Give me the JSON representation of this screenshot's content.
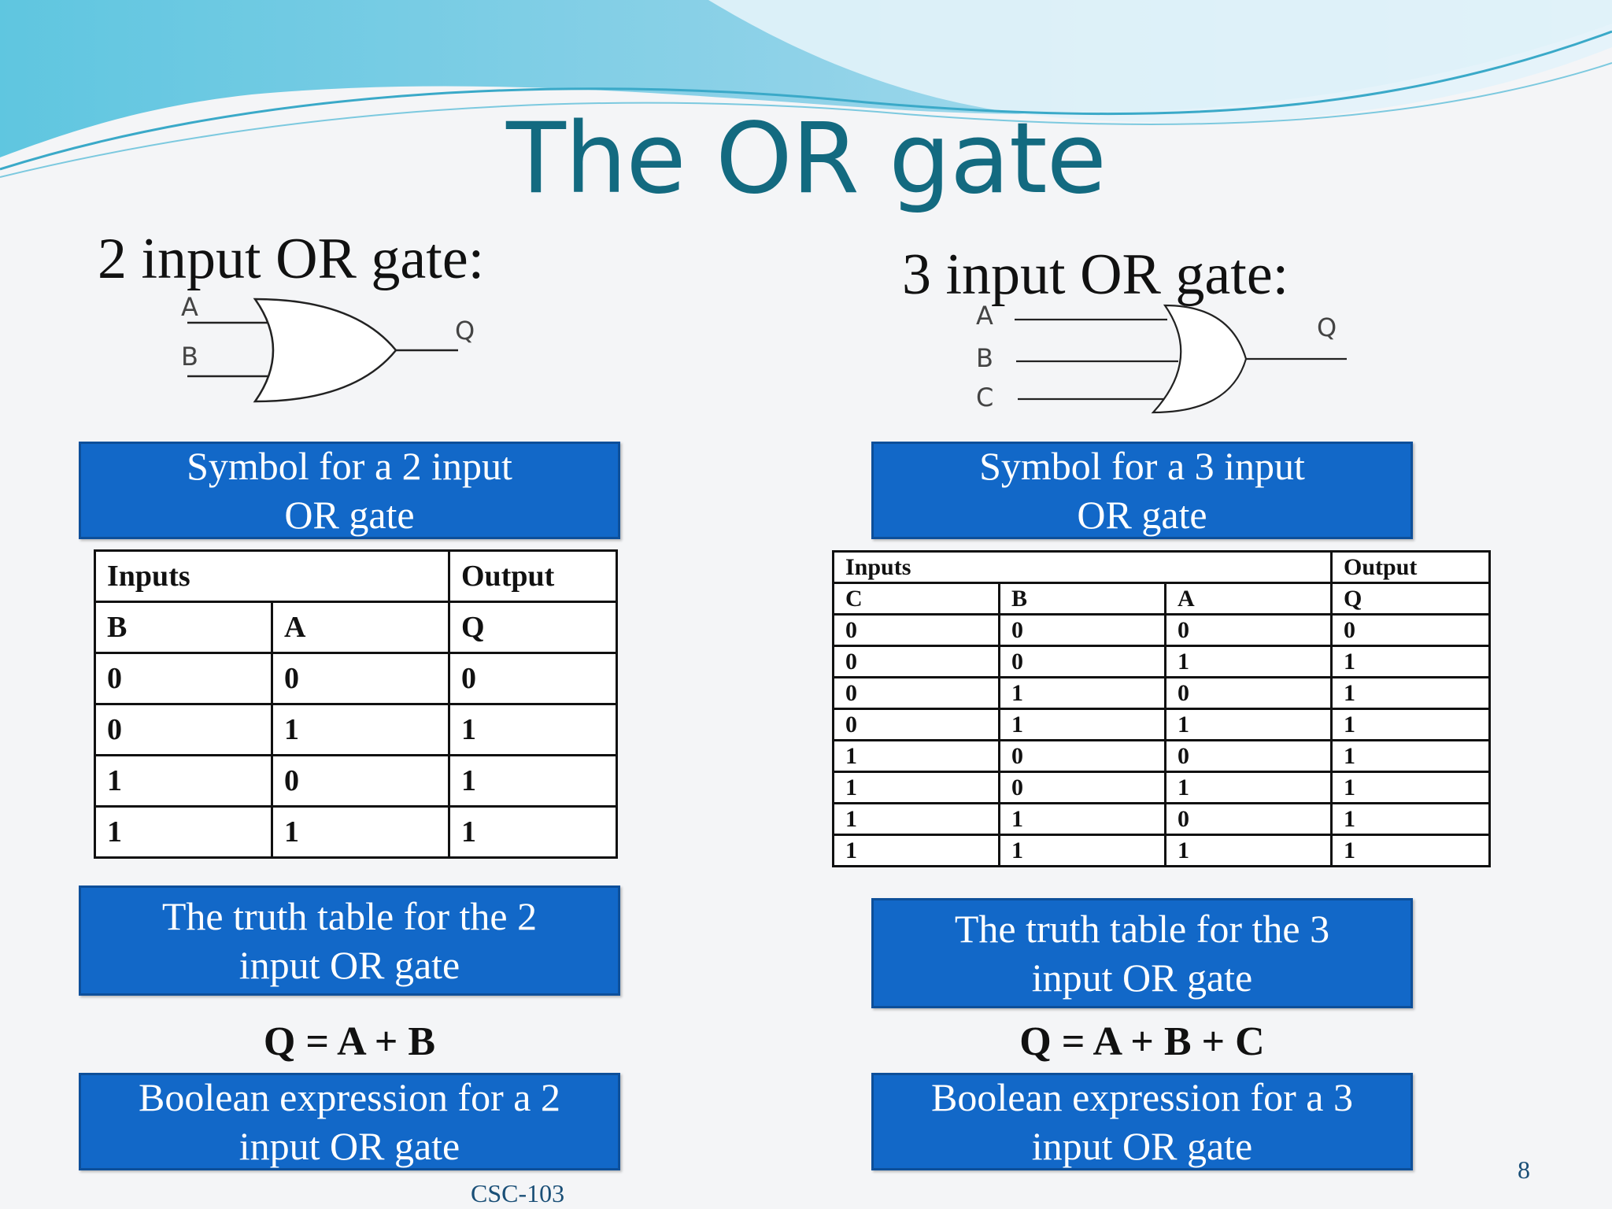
{
  "title": "The OR gate",
  "left": {
    "heading": "2 input OR gate:",
    "gate_labels": {
      "a": "A",
      "b": "B",
      "q": "Q"
    },
    "symbol_caption": "Symbol for a 2 input\nOR gate",
    "table": {
      "header_inputs": "Inputs",
      "header_output": "Output",
      "col_b": "B",
      "col_a": "A",
      "col_q": "Q",
      "rows": [
        [
          "0",
          "0",
          "0"
        ],
        [
          "0",
          "1",
          "1"
        ],
        [
          "1",
          "0",
          "1"
        ],
        [
          "1",
          "1",
          "1"
        ]
      ]
    },
    "table_caption": "The truth table for the 2\ninput OR gate",
    "expression": "Q = A + B",
    "expression_caption": "Boolean expression for a 2\ninput OR gate"
  },
  "right": {
    "heading": "3 input OR gate:",
    "gate_labels": {
      "a": "A",
      "b": "B",
      "c": "C",
      "q": "Q"
    },
    "symbol_caption": "Symbol for a 3 input\nOR gate",
    "table": {
      "header_inputs": "Inputs",
      "header_output": "Output",
      "col_c": "C",
      "col_b": "B",
      "col_a": "A",
      "col_q": "Q",
      "rows": [
        [
          "0",
          "0",
          "0",
          "0"
        ],
        [
          "0",
          "0",
          "1",
          "1"
        ],
        [
          "0",
          "1",
          "0",
          "1"
        ],
        [
          "0",
          "1",
          "1",
          "1"
        ],
        [
          "1",
          "0",
          "0",
          "1"
        ],
        [
          "1",
          "0",
          "1",
          "1"
        ],
        [
          "1",
          "1",
          "0",
          "1"
        ],
        [
          "1",
          "1",
          "1",
          "1"
        ]
      ]
    },
    "table_caption": "The truth table for the 3\ninput OR gate",
    "expression": "Q = A + B + C",
    "expression_caption": "Boolean expression for a 3\ninput OR gate"
  },
  "footer": "CSC-103",
  "page_number": "8",
  "colors": {
    "title": "#136a80",
    "caption_bg": "#1268c8",
    "wave_light": "#a9dcee",
    "wave_dark": "#4fbfdc"
  }
}
